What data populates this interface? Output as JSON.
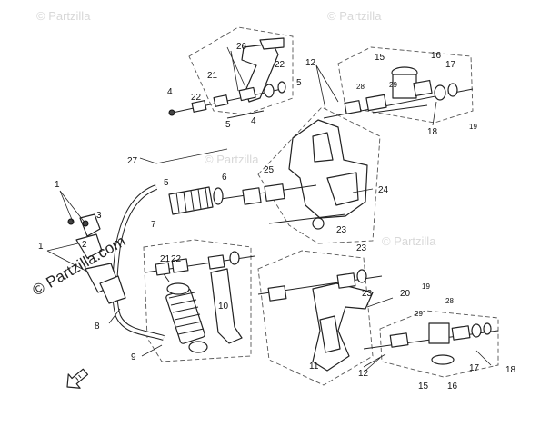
{
  "watermark": {
    "main": "© Partzilla.com",
    "faint": "© Partzilla"
  },
  "callouts": {
    "c1": "1",
    "c2": "2",
    "c3": "3",
    "c4": "4",
    "c5": "5",
    "c6": "6",
    "c7": "7",
    "c8": "8",
    "c9": "9",
    "c10": "10",
    "c11": "11",
    "c12": "12",
    "c15": "15",
    "c16": "16",
    "c17": "17",
    "c18": "18",
    "c19": "19",
    "c20": "20",
    "c21": "21",
    "c22": "22",
    "c23": "23",
    "c24": "24",
    "c25": "25",
    "c26": "26",
    "c27": "27",
    "c28": "28",
    "c29": "29"
  },
  "colors": {
    "line": "#222222",
    "background": "#ffffff",
    "watermark": "#d8d8d8"
  },
  "icons": {
    "front_arrow": "front-direction-arrow-icon"
  }
}
